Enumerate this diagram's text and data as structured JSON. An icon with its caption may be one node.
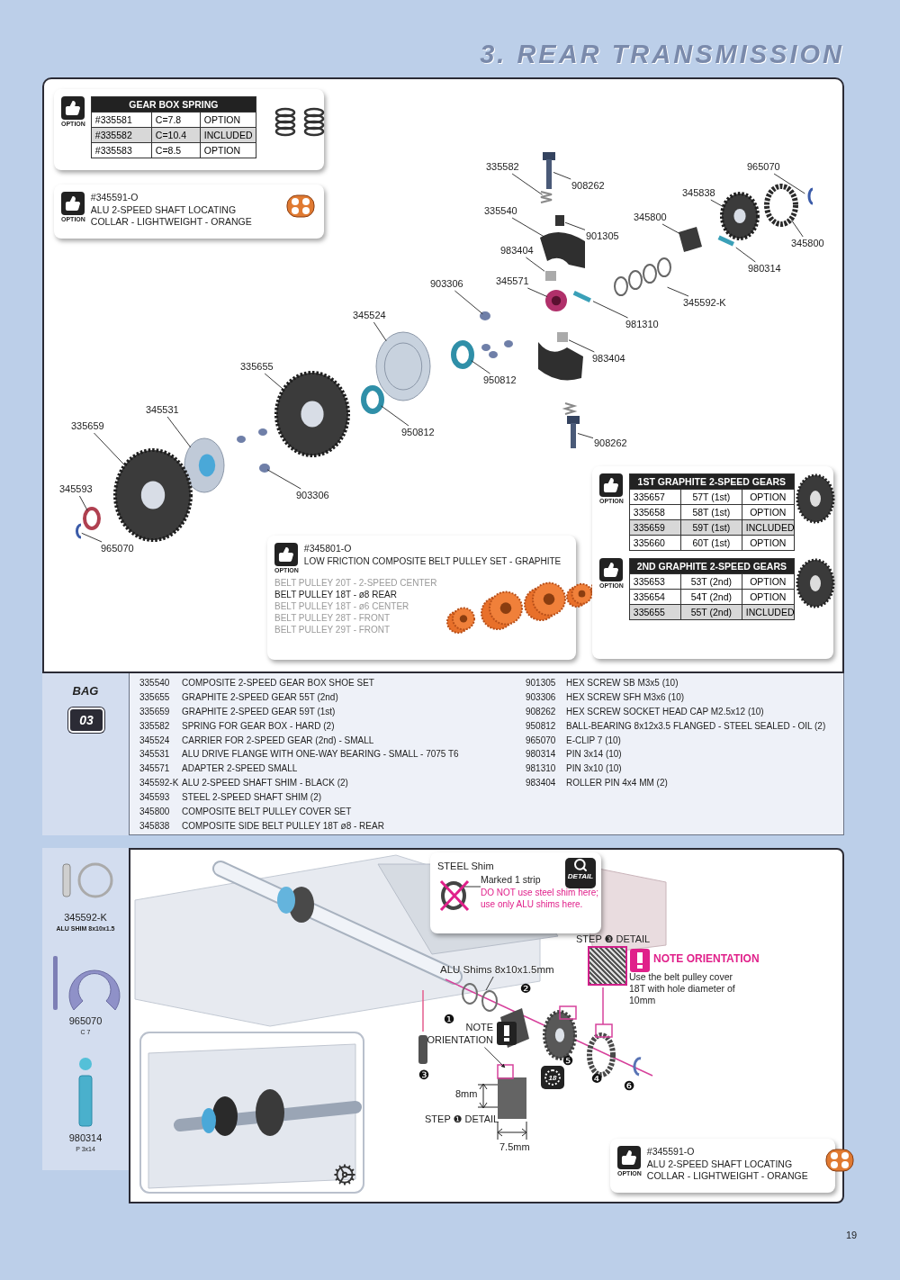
{
  "diagram": {
    "title": "3. REAR TRANSMISSION",
    "nodes": [
      {
        "text": [],
        "shape": "box"
      },
      {
        "text": [
          "OPTION",
          "GEAR BOX SPRING",
          "#335581",
          "C=7.8",
          "OPTION",
          "#335582",
          "C=10.4",
          "INCLUDED",
          "#335583",
          "C=8.5",
          "OPTION"
        ],
        "in": 0
      },
      {
        "text": [
          "OPTION",
          "#345591-O",
          "ALU 2-SPEED SHAFT LOCATING COLLAR - LIGHTWEIGHT - ORANGE"
        ],
        "in": 0
      },
      {
        "text": [
          "335582"
        ],
        "in": 0
      },
      {
        "text": [
          "965070"
        ],
        "in": 0
      },
      {
        "text": [
          "908262"
        ],
        "in": 0
      },
      {
        "text": [
          "345838"
        ],
        "in": 0
      },
      {
        "text": [
          "335540"
        ],
        "in": 0
      },
      {
        "text": [
          "345800"
        ],
        "in": 0
      },
      {
        "text": [
          "901305"
        ],
        "in": 0
      },
      {
        "text": [
          "345800"
        ],
        "in": 0
      },
      {
        "text": [
          "983404"
        ],
        "in": 0
      },
      {
        "text": [
          "980314"
        ],
        "in": 0
      },
      {
        "text": [
          "345571"
        ],
        "in": 0
      },
      {
        "text": [
          "903306"
        ],
        "in": 0
      },
      {
        "text": [
          "345592-K"
        ],
        "in": 0
      },
      {
        "text": [
          "345524"
        ],
        "in": 0
      },
      {
        "text": [
          "981310"
        ],
        "in": 0
      },
      {
        "text": [
          "983404"
        ],
        "in": 0
      },
      {
        "text": [
          "335655"
        ],
        "in": 0
      },
      {
        "text": [
          "950812"
        ],
        "in": 0
      },
      {
        "text": [
          "345531"
        ],
        "in": 0
      },
      {
        "text": [
          "335659"
        ],
        "in": 0
      },
      {
        "text": [
          "950812"
        ],
        "in": 0
      },
      {
        "text": [
          "908262"
        ],
        "in": 0
      },
      {
        "text": [
          "345593"
        ],
        "in": 0
      },
      {
        "text": [
          "903306"
        ],
        "in": 0
      },
      {
        "text": [
          "965070"
        ],
        "in": 0
      },
      {
        "text": [
          "OPTION",
          "#345801-O",
          "LOW FRICTION COMPOSITE BELT PULLEY SET - GRAPHITE",
          "BELT PULLEY 20T - 2-SPEED CENTER",
          "BELT PULLEY 18T - ø8 REAR",
          "BELT PULLEY 18T - ø6 CENTER",
          "BELT PULLEY 28T - FRONT",
          "BELT PULLEY 29T - FRONT"
        ],
        "in": 0
      },
      {
        "text": [
          "OPTION",
          "1ST GRAPHITE 2-SPEED GEARS",
          "335657",
          "57T (1st)",
          "OPTION",
          "335658",
          "58T (1st)",
          "OPTION",
          "335659",
          "59T (1st)",
          "INCLUDED",
          "335660",
          "60T (1st)",
          "OPTION",
          "OPTION",
          "2ND GRAPHITE 2-SPEED GEARS",
          "335653",
          "53T (2nd)",
          "OPTION",
          "335654",
          "54T (2nd)",
          "OPTION",
          "335655",
          "55T (2nd)",
          "INCLUDED"
        ],
        "in": 0
      },
      {
        "text": [],
        "shape": "box"
      },
      {
        "text": [
          "STEEL Shim",
          "DETAIL",
          "Marked 1 strip",
          "DO NOT use steel shim here; use only ALU shims here."
        ],
        "in": 30
      },
      {
        "text": [
          "ALU Shims 8x10x1.5mm"
        ],
        "in": 30
      },
      {
        "text": [
          "NOTE ORIENTATION"
        ],
        "in": 30
      },
      {
        "text": [
          "OPTION",
          "#345591-O",
          "ALU 2-SPEED SHAFT LOCATING COLLAR - LIGHTWEIGHT - ORANGE"
        ],
        "in": 30
      },
      {
        "text": [],
        "shape": "picture",
        "in": 0
      },
      {
        "text": [],
        "shape": "picture",
        "in": 0
      },
      {
        "text": [],
        "shape": "picture",
        "in": 0
      },
      {
        "text": [],
        "shape": "picture",
        "in": 0
      },
      {
        "text": [],
        "shape": "picture",
        "in": 0
      },
      {
        "text": [],
        "shape": "picture",
        "in": 0
      },
      {
        "text": [],
        "shape": "box",
        "in": 0
      },
      {
        "text": [],
        "shape": "circle",
        "in": 0
      },
      {
        "text": [],
        "shape": "box",
        "in": 0
      },
      {
        "text": [],
        "shape": "bar",
        "in": 0
      },
      {
        "text": [],
        "shape": "picture",
        "in": 0
      },
      {
        "text": [],
        "shape": "circle",
        "in": 0
      },
      {
        "text": [],
        "shape": "picture",
        "in": 0
      },
      {
        "text": [],
        "shape": "picture",
        "in": 0
      },
      {
        "text": [],
        "shape": "bar",
        "in": 0
      },
      {
        "text": [],
        "shape": "box",
        "in": 0
      },
      {
        "text": [],
        "shape": "picture",
        "in": 0
      },
      {
        "text": [],
        "shape": "circle",
        "in": 0
      },
      {
        "text": [],
        "shape": "picture",
        "in": 0
      },
      {
        "text": [],
        "shape": "picture",
        "in": 0
      },
      {
        "text": [],
        "shape": "circle",
        "in": 0
      },
      {
        "text": [],
        "shape": "picture",
        "in": 0
      },
      {
        "text": [],
        "shape": "circle",
        "in": 0
      },
      {
        "text": [],
        "shape": "circle",
        "in": 0
      },
      {
        "text": [],
        "shape": "picture",
        "in": 0
      }
    ],
    "edges": [
      {
        "from": 3,
        "to": 35,
        "arrow": "none"
      },
      {
        "from": 4,
        "to": 36,
        "arrow": "none"
      },
      {
        "from": 5,
        "to": 37,
        "arrow": "none"
      },
      {
        "from": 6,
        "to": 38,
        "arrow": "none"
      },
      {
        "from": 7,
        "to": 39,
        "arrow": "none"
      },
      {
        "from": 8,
        "to": 40,
        "arrow": "none"
      },
      {
        "from": 9,
        "to": 41,
        "arrow": "none"
      },
      {
        "from": 10,
        "to": 42,
        "arrow": "none"
      },
      {
        "from": 11,
        "to": 43,
        "arrow": "none"
      },
      {
        "from": 12,
        "to": 44,
        "arrow": "none"
      },
      {
        "from": 13,
        "to": 45,
        "arrow": "none"
      },
      {
        "from": 14,
        "to": 46,
        "arrow": "none"
      },
      {
        "from": 15,
        "to": 47,
        "arrow": "none"
      },
      {
        "from": 16,
        "to": 48,
        "arrow": "none"
      },
      {
        "from": 17,
        "to": 49,
        "arrow": "none"
      },
      {
        "from": 18,
        "to": 50,
        "arrow": "none"
      },
      {
        "from": 19,
        "to": 51,
        "arrow": "none"
      },
      {
        "from": 20,
        "to": 52,
        "arrow": "none"
      },
      {
        "from": 21,
        "to": 53,
        "arrow": "none"
      },
      {
        "from": 22,
        "to": 54,
        "arrow": "none"
      },
      {
        "from": 23,
        "to": 55,
        "arrow": "none"
      },
      {
        "from": 24,
        "to": 56,
        "arrow": "none"
      },
      {
        "from": 25,
        "to": 57,
        "arrow": "none"
      },
      {
        "from": 26,
        "to": 58,
        "arrow": "none"
      },
      {
        "from": 27,
        "to": 59,
        "arrow": "none"
      },
      {
        "from": 32,
        "to": null,
        "arrow": "none"
      },
      {
        "from": 33,
        "to": null,
        "arrow": "to"
      }
    ],
    "labels": [
      "BAG",
      "03",
      "335540",
      "COMPOSITE 2-SPEED GEAR BOX SHOE SET",
      "901305",
      "HEX SCREW SB M3x5 (10)",
      "335655",
      "GRAPHITE 2-SPEED GEAR 55T (2nd)",
      "903306",
      "HEX SCREW SFH M3x6 (10)",
      "335659",
      "GRAPHITE 2-SPEED GEAR 59T (1st)",
      "908262",
      "HEX SCREW SOCKET HEAD CAP M2.5x12 (10)",
      "335582",
      "SPRING FOR GEAR BOX - HARD (2)",
      "950812",
      "BALL-BEARING 8x12x3.5 FLANGED - STEEL SEALED - OIL (2)",
      "345524",
      "CARRIER FOR 2-SPEED GEAR (2nd) - SMALL",
      "965070",
      "E-CLIP 7 (10)",
      "345531",
      "ALU DRIVE FLANGE WITH ONE-WAY BEARING - SMALL - 7075 T6",
      "980314",
      "PIN 3x14 (10)",
      "345571",
      "ADAPTER 2-SPEED SMALL",
      "981310",
      "PIN 3x10 (10)",
      "345592-K",
      "ALU 2-SPEED SHAFT SHIM - BLACK (2)",
      "983404",
      "ROLLER PIN 4x4 MM (2)",
      "345593",
      "STEEL 2-SPEED SHAFT SHIM (2)",
      "345800",
      "COMPOSITE BELT PULLEY COVER SET",
      "345838",
      "COMPOSITE SIDE BELT PULLEY 18T ø8 - REAR",
      "345592-K",
      "ALU SHIM 8x10x1.5",
      "965070",
      "C 7",
      "980314",
      "P 3x14",
      "STEP ❸ DETAIL",
      "NOTE ORIENTATION",
      "Use the belt pulley cover 18T with hole diameter of 10mm",
      "❷",
      "❶",
      "❺",
      "❸",
      "❹",
      "❻",
      "18",
      "8mm",
      "STEP ❶ DETAIL",
      "7.5mm",
      "19"
    ]
  }
}
